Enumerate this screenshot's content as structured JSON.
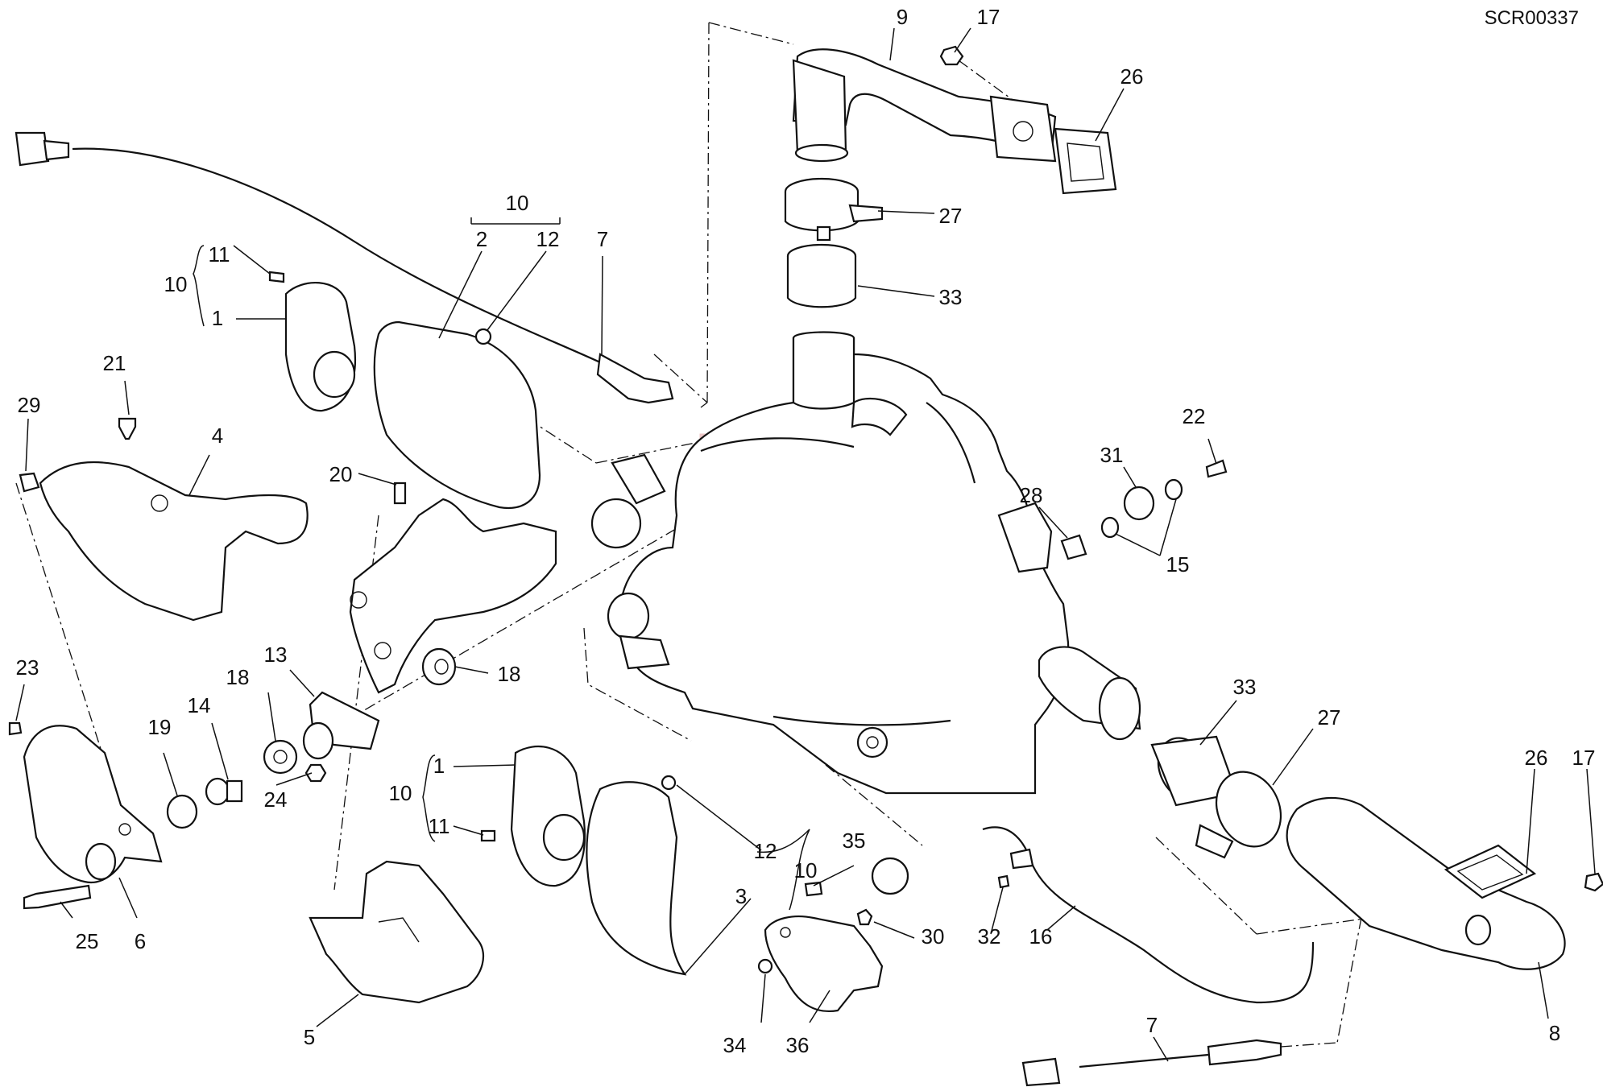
{
  "diagram": {
    "code": "SCR00337",
    "watermark_color": "#e8a0a0",
    "labels": {
      "l9": "9",
      "l17a": "17",
      "l26a": "26",
      "l27a": "27",
      "l33a": "33",
      "l10top": "10",
      "l2": "2",
      "l12a": "12",
      "l7a": "7",
      "l11a": "11",
      "l10a": "10",
      "l1a": "1",
      "l21": "21",
      "l4": "4",
      "l29": "29",
      "l20": "20",
      "l22": "22",
      "l31": "31",
      "l28": "28",
      "l15": "15",
      "l18a": "18",
      "l13": "13",
      "l18b": "18",
      "l14": "14",
      "l19": "19",
      "l23": "23",
      "l24": "24",
      "l25": "25",
      "l6": "6",
      "l5": "5",
      "l1b": "1",
      "l10b": "10",
      "l11b": "11",
      "l12b": "12",
      "l10c": "10",
      "l3": "3",
      "l35": "35",
      "l30": "30",
      "l34": "34",
      "l36": "36",
      "l32": "32",
      "l16": "16",
      "l7b": "7",
      "l33b": "33",
      "l27b": "27",
      "l26b": "26",
      "l17b": "17",
      "l8": "8"
    }
  }
}
